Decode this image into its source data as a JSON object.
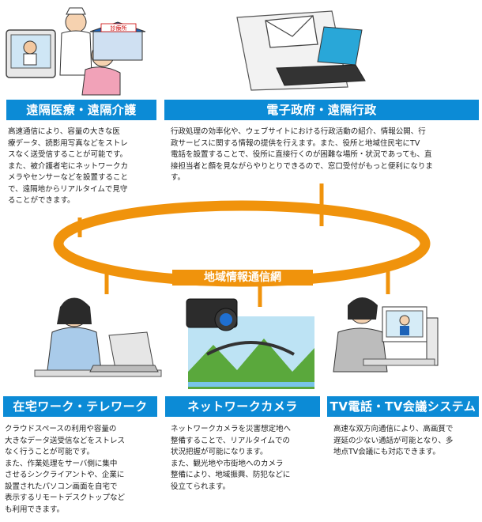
{
  "network_label": "地域情報通信網",
  "panels": {
    "telemedicine": {
      "title": "遠隔医療・遠隔介護",
      "lines": [
        "高速通信により、容量の大きな医",
        "療データ、読影用写真などをストレ",
        "スなく送受信することが可能です。",
        "また、被介護者宅にネットワークカ",
        "メラやセンサーなどを設置すること",
        "で、遠隔地からリアルタイムで見守",
        "ることができます。"
      ]
    },
    "egov": {
      "title": "電子政府・遠隔行政",
      "lines": [
        "行政処理の効率化や、ウェブサイトにおける行政活動の紹介、情報公開、行",
        "政サービスに関する情報の提供を行えます。また、役所と地域住民宅にTV",
        "電話を設置することで、役所に直接行くのが困難な場所・状況であっても、直",
        "接担当者と顔を見ながらやりとりできるので、窓口受付がもっと便利になりま",
        "す。"
      ]
    },
    "telework": {
      "title": "在宅ワーク・テレワーク",
      "lines": [
        "クラウドスペースの利用や容量の",
        "大きなデータ送受信などをストレス",
        "なく行うことが可能です。",
        "また、作業処理をサーバ側に集中",
        "させるシンクライアントや、企業に",
        "設置されたパソコン画面を自宅で",
        "表示するリモートデスクトップなど",
        "も利用できます。"
      ]
    },
    "netcam": {
      "title": "ネットワークカメラ",
      "lines": [
        "ネットワークカメラを災害想定地へ",
        "整備することで、リアルタイムでの",
        "状況把握が可能になります。",
        "また、観光地や市街地へのカメラ",
        "整備により、地域振興、防犯などに",
        "役立てられます。"
      ]
    },
    "tvphone": {
      "title": "TV電話・TV会議システム",
      "lines": [
        "高速な双方向通信により、高画質で",
        "遅延の少ない通話が可能となり、多",
        "地点TV会議にも対応できます。"
      ]
    }
  },
  "illustrations": {
    "clinic_sign": "診療所"
  },
  "colors": {
    "header_blue": "#0c8bd6",
    "ring_orange": "#f0930c"
  }
}
